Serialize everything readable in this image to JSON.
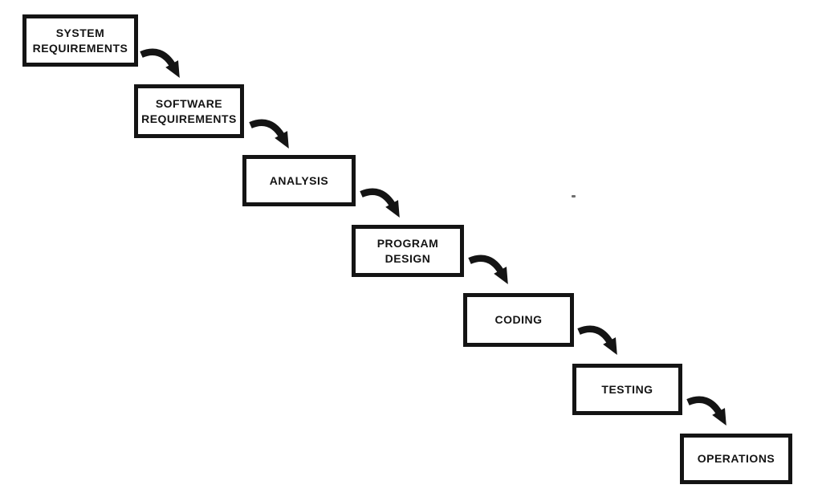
{
  "figure": {
    "type": "flow-diagram",
    "description": "Waterfall model cascade of software development stages, each stage flowing to the next via a curved arrow",
    "colors": {
      "ink": "#141414",
      "background": "#ffffff"
    },
    "boxes": [
      {
        "label": "SYSTEM\nREQUIREMENTS"
      },
      {
        "label": "SOFTWARE\nREQUIREMENTS"
      },
      {
        "label": "ANALYSIS"
      },
      {
        "label": "PROGRAM\nDESIGN"
      },
      {
        "label": "CODING"
      },
      {
        "label": "TESTING"
      },
      {
        "label": "OPERATIONS"
      }
    ],
    "arrows": [
      {
        "from": "SYSTEM REQUIREMENTS",
        "to": "SOFTWARE REQUIREMENTS"
      },
      {
        "from": "SOFTWARE REQUIREMENTS",
        "to": "ANALYSIS"
      },
      {
        "from": "ANALYSIS",
        "to": "PROGRAM DESIGN"
      },
      {
        "from": "PROGRAM DESIGN",
        "to": "CODING"
      },
      {
        "from": "CODING",
        "to": "TESTING"
      },
      {
        "from": "TESTING",
        "to": "OPERATIONS"
      }
    ]
  }
}
